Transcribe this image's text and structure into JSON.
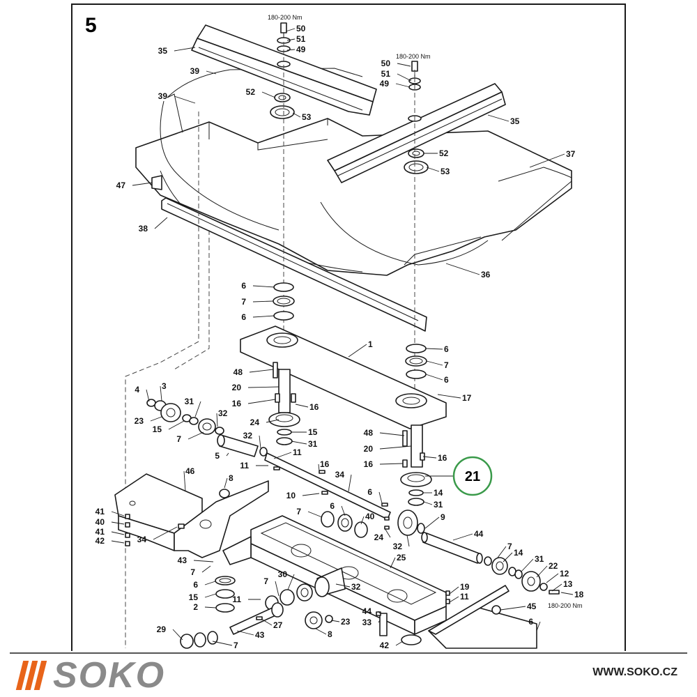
{
  "page_number": "5",
  "torque_labels": [
    "180-200 Nm",
    "180-200 Nm",
    "180-200 Nm"
  ],
  "highlight_callout": "21",
  "callouts": [
    "50",
    "51",
    "49",
    "35",
    "39",
    "39",
    "52",
    "53",
    "50",
    "51",
    "49",
    "35",
    "52",
    "53",
    "37",
    "47",
    "38",
    "36",
    "6",
    "7",
    "6",
    "1",
    "6",
    "7",
    "6",
    "17",
    "48",
    "20",
    "16",
    "16",
    "4",
    "3",
    "23",
    "15",
    "31",
    "7",
    "32",
    "24",
    "15",
    "31",
    "5",
    "32",
    "11",
    "11",
    "48",
    "20",
    "16",
    "16",
    "14",
    "31",
    "46",
    "8",
    "16",
    "10",
    "34",
    "6",
    "7",
    "6",
    "40",
    "41",
    "40",
    "41",
    "42",
    "34",
    "24",
    "32",
    "9",
    "44",
    "43",
    "7",
    "6",
    "15",
    "2",
    "25",
    "7",
    "30",
    "32",
    "7",
    "14",
    "31",
    "22",
    "12",
    "13",
    "18",
    "19",
    "11",
    "11",
    "27",
    "43",
    "44",
    "33",
    "23",
    "8",
    "45",
    "6",
    "29",
    "7",
    "42"
  ],
  "footer": {
    "brand": "SOKO",
    "website": "WWW.SOKO.CZ",
    "brand_color": "#e8641a",
    "word_color": "#8a8a8a"
  },
  "highlight_color": "#3a9a4a"
}
